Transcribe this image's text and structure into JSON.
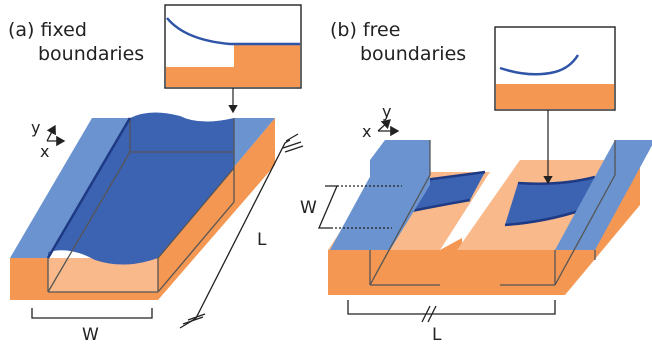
{
  "panel_a": {
    "label_line1": "(a) fixed",
    "label_line2": "boundaries",
    "axis_y": "y",
    "axis_x": "x",
    "width_label": "W",
    "length_label": "L"
  },
  "panel_b": {
    "label_line1": "(b) free",
    "label_line2": "boundaries",
    "axis_y": "y",
    "axis_x": "x",
    "width_label": "W",
    "length_label": "L"
  },
  "colors": {
    "bank_blue": "#6a93cf",
    "channel_blue": "#3c62b2",
    "orange": "#f49752",
    "light_orange": "#f9b98a",
    "line": "#555555",
    "curve": "#2f55a8"
  }
}
